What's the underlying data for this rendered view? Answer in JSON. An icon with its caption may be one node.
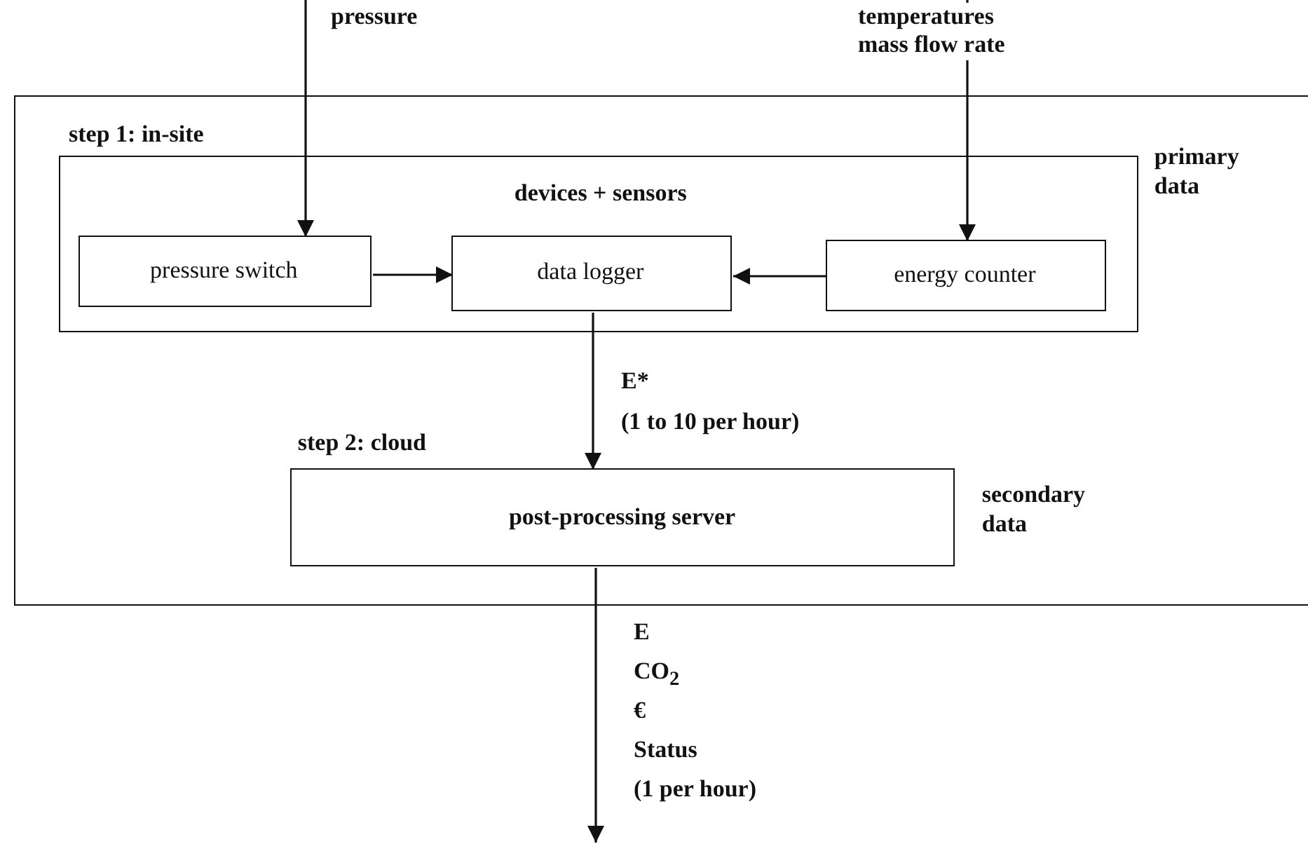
{
  "diagram": {
    "nodes": [
      {
        "text": [
          "step 1: in-site"
        ]
      },
      {
        "text": [
          "devices + sensors"
        ],
        "in": 0,
        "beside": [
          "primary data"
        ]
      },
      {
        "text": [
          "pressure switch"
        ],
        "in": 1
      },
      {
        "text": [
          "data logger"
        ],
        "in": 1
      },
      {
        "text": [
          "energy counter"
        ],
        "in": 1
      },
      {
        "text": [
          "step 2: cloud",
          "post-processing server"
        ],
        "in": 0,
        "beside": [
          "secondary data"
        ]
      }
    ],
    "edges": [
      {
        "from": null,
        "to": 2,
        "arrow": "to",
        "label": "pressure"
      },
      {
        "from": null,
        "to": 4,
        "arrow": "to",
        "label": "temperatures mass flow rate"
      },
      {
        "from": 2,
        "to": 3,
        "arrow": "to"
      },
      {
        "from": 4,
        "to": 3,
        "arrow": "to"
      },
      {
        "from": 3,
        "to": 5,
        "arrow": "to"
      },
      {
        "from": 5,
        "to": null,
        "arrow": "to"
      }
    ],
    "labels": [
      "E*",
      "(1 to 10 per hour)",
      "E",
      "CO$_{2}$",
      "€",
      "Status",
      "(1 per hour)"
    ]
  }
}
